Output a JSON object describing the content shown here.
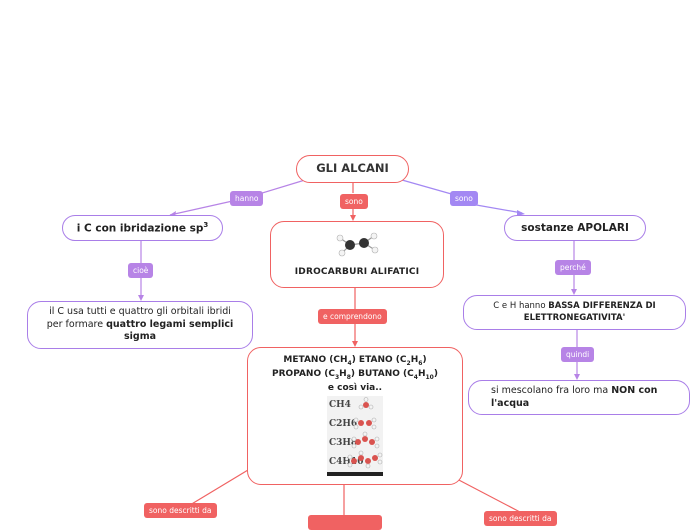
{
  "colors": {
    "red": "#f06262",
    "purple": "#a97ee8",
    "violet": "#a388f3",
    "tag_purple": "#b784e6"
  },
  "central": {
    "title": "GLI ALCANI"
  },
  "links": {
    "hanno": "hanno",
    "sono_middle": "sono",
    "sono_right": "sono",
    "cioe": "cioè",
    "perche": "perché",
    "quindi": "quindi",
    "comprendono": "e comprendono",
    "descritti_left": "sono descritti da",
    "descritti_right": "sono descritti da"
  },
  "nodes": {
    "ibridazione": {
      "text": "i C con ibridazione sp",
      "sup": "3"
    },
    "orbitali": {
      "plain": "il C usa tutti e quattro gli orbitali ibridi per formare ",
      "bold": "quattro legami semplici sigma"
    },
    "idrocarburi": {
      "label": "IDROCARBURI ALIFATICI",
      "image_icon": "molecule-icon"
    },
    "apolari": {
      "text": "sostanze APOLARI"
    },
    "elettroneg": {
      "plain": "C e H hanno ",
      "bold": "BASSA DIFFERENZA DI ELETTRONEGATIVITA'"
    },
    "acqua": {
      "plain": "si mescolano fra loro ma ",
      "bold": "NON con l'acqua"
    },
    "alcani_lista": {
      "metano": "METANO (CH",
      "metano_sub": "4",
      "etano": ") ETANO (C",
      "etano_sub1": "2",
      "etano_h": "H",
      "etano_sub2": "6",
      "close1": ")",
      "propano": "PROPANO (C",
      "propano_sub1": "3",
      "propano_h": "H",
      "propano_sub2": "8",
      "butano": ") BUTANO (C",
      "butano_sub1": "4",
      "butano_h": "H",
      "butano_sub2": "10",
      "close2": ")",
      "etc": "e così via..",
      "image_labels": [
        "CH4",
        "C2H6",
        "C3H8",
        "C4H10"
      ]
    }
  }
}
